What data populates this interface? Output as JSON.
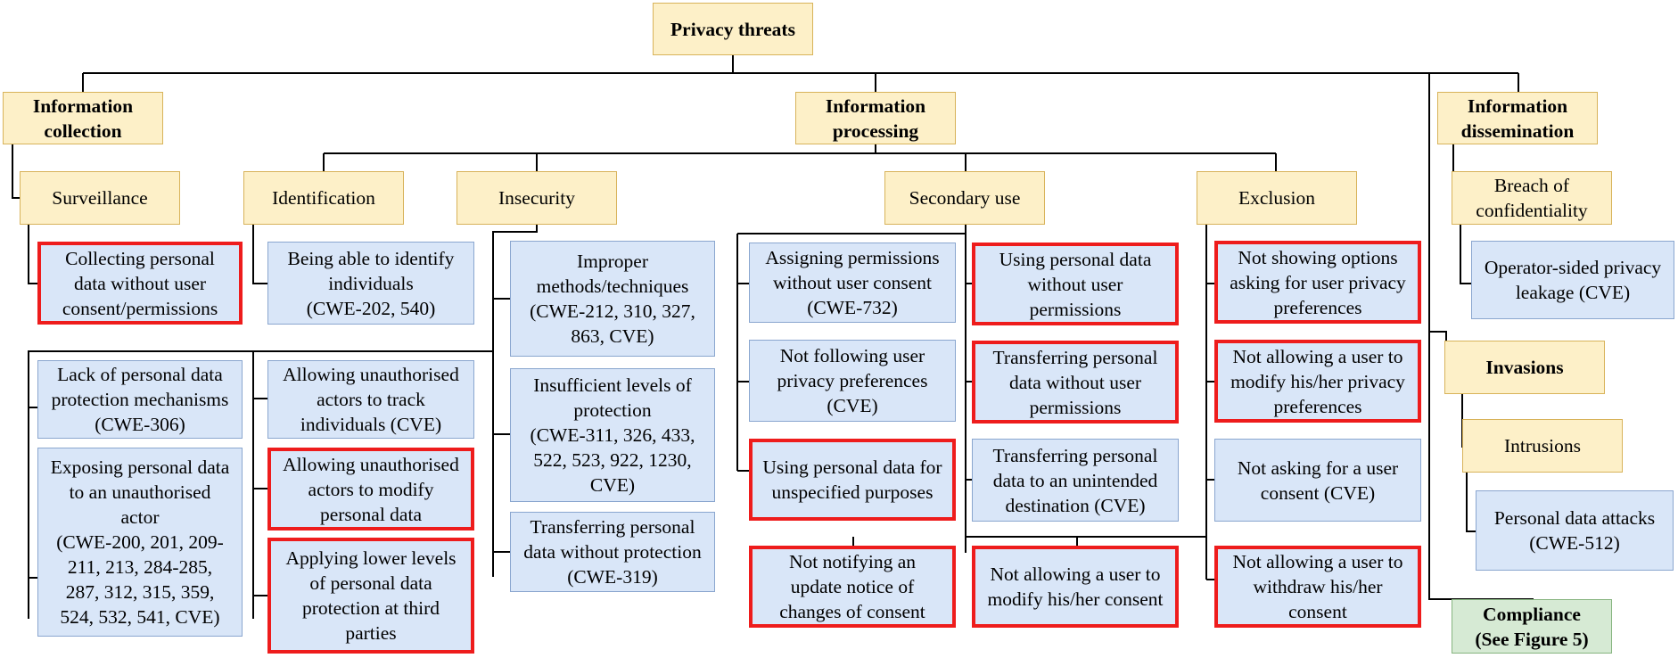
{
  "nodes": {
    "root": "Privacy threats",
    "info_collection": "Information\ncollection",
    "info_processing": "Information\nprocessing",
    "info_dissemination": "Information\ndissemination",
    "surveillance": "Surveillance",
    "identification": "Identification",
    "insecurity": "Insecurity",
    "secondary_use": "Secondary use",
    "exclusion": "Exclusion",
    "breach": "Breach of\nconfidentiality",
    "invasions": "Invasions",
    "intrusions": "Intrusions",
    "compliance": "Compliance\n(See Figure 5)",
    "collect_personal": "Collecting personal\ndata without user\nconsent/permissions",
    "identify_individuals": "Being able to identify\nindividuals\n(CWE-202, 540)",
    "improper_methods": "Improper\nmethods/techniques\n(CWE-212, 310, 327,\n863, CVE)",
    "insufficient_protection": "Insufficient levels of\nprotection\n(CWE-311, 326, 433,\n522, 523, 922, 1230,\nCVE)",
    "transfer_no_protection": "Transferring personal\ndata without protection\n(CWE-319)",
    "lack_protection": "Lack of personal data\nprotection mechanisms\n(CWE-306)",
    "exposing_data": "Exposing personal data\nto an unauthorised\nactor\n(CWE-200, 201, 209-\n211, 213, 284-285,\n287, 312, 315, 359,\n524, 532, 541, CVE)",
    "track_individuals": "Allowing unauthorised\nactors to track\nindividuals (CVE)",
    "modify_data": "Allowing unauthorised\nactors to modify\npersonal data",
    "lower_protection": "Applying lower levels\nof personal data\nprotection at third\nparties",
    "assign_permissions": "Assigning permissions\nwithout user consent\n(CWE-732)",
    "not_following_prefs": "Not following user\nprivacy preferences\n(CVE)",
    "unspecified_purposes": "Using personal data for\nunspecified purposes",
    "using_without_perm": "Using personal data\nwithout user\npermissions",
    "transfer_without_perm": "Transferring personal\ndata without user\npermissions",
    "transfer_unintended": "Transferring personal\ndata to an unintended\ndestination (CVE)",
    "not_notifying": "Not notifying an\nupdate notice of\nchanges of consent",
    "not_modify_consent": "Not allowing a user to\nmodify his/her consent",
    "not_showing_options": "Not showing options\nasking for user privacy\npreferences",
    "not_modify_prefs": "Not allowing a user to\nmodify his/her privacy\npreferences",
    "not_asking_consent": "Not asking for a user\nconsent (CVE)",
    "not_withdraw_consent": "Not allowing a user to\nwithdraw his/her\nconsent",
    "operator_leakage": "Operator-sided privacy\nleakage (CVE)",
    "personal_attacks": "Personal data attacks\n(CWE-512)"
  },
  "colors": {
    "category_fill": "#fdf0c8",
    "leaf_fill": "#d9e6f8",
    "highlight_border": "#ee1c1c",
    "compliance_fill": "#d6ead4"
  }
}
